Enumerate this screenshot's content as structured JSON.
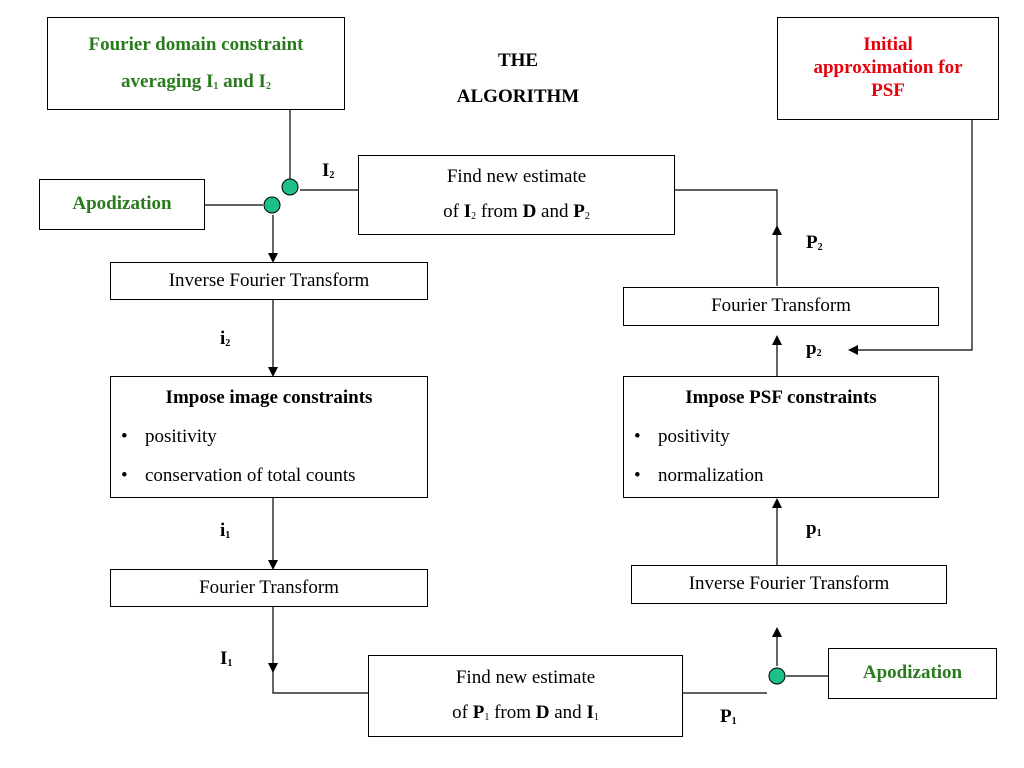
{
  "title": {
    "line1": "THE",
    "line2": "ALGORITHM"
  },
  "fourier_constraint": {
    "line1": "Fourier domain constraint",
    "line2_pre": "averaging I",
    "sub1": "1",
    "mid": " and I",
    "sub2": "2"
  },
  "initial_psf": {
    "line1": "Initial",
    "line2": "approximation for",
    "line3": "PSF"
  },
  "apodization_left": "Apodization",
  "apodization_right": "Apodization",
  "find_i2": {
    "line1": "Find new estimate",
    "pre": "of ",
    "I": "I",
    "Isub": "2",
    "mid": " from ",
    "D": "D",
    "and": " and ",
    "P": "P",
    "Psub": "2"
  },
  "find_p1": {
    "line1": "Find new estimate",
    "pre": "of ",
    "P": "P",
    "Psub": "1",
    "mid": " from ",
    "D": "D",
    "and": " and ",
    "I": "I",
    "Isub": "1"
  },
  "inverse_ft_left": "Inverse Fourier Transform",
  "inverse_ft_right": "Inverse Fourier Transform",
  "ft_left": "Fourier Transform",
  "ft_right": "Fourier Transform",
  "image_constraints": {
    "title": "Impose image constraints",
    "items": [
      "positivity",
      "conservation of total counts"
    ]
  },
  "psf_constraints": {
    "title": "Impose PSF constraints",
    "items": [
      "positivity",
      "normalization"
    ]
  },
  "labels": {
    "I2": {
      "base": "I",
      "sub": "2"
    },
    "i2": {
      "base": "i",
      "sub": "2"
    },
    "i1": {
      "base": "i",
      "sub": "1"
    },
    "I1": {
      "base": "I",
      "sub": "1"
    },
    "P2": {
      "base": "P",
      "sub": "2"
    },
    "p2": {
      "base": "p",
      "sub": "2"
    },
    "p1": {
      "base": "p",
      "sub": "1"
    },
    "P1": {
      "base": "P",
      "sub": "1"
    }
  },
  "colors": {
    "green_text": "#2a7a1e",
    "red_text": "#e8000b",
    "node_fill": "#1fbf8a"
  }
}
